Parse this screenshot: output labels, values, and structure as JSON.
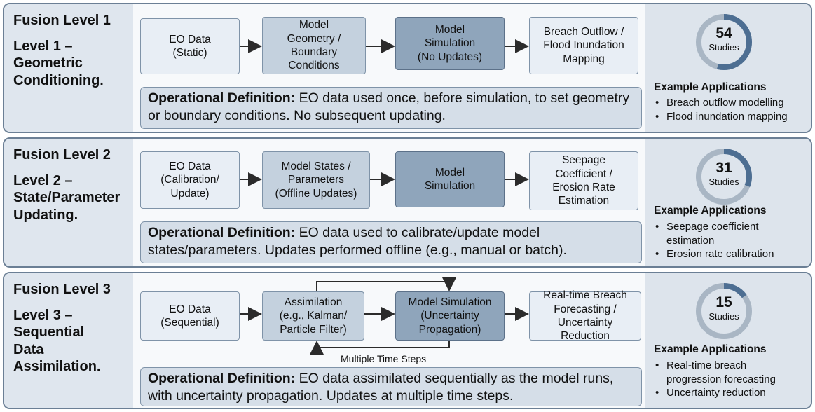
{
  "levels": [
    {
      "fusion_title": "Fusion Level 1",
      "level_title": [
        "Level 1 –",
        "Geometric",
        "Conditioning."
      ],
      "boxes": [
        [
          "EO Data",
          "(Static)"
        ],
        [
          "Model",
          "Geometry /",
          "Boundary",
          "Conditions"
        ],
        [
          "Model",
          "Simulation",
          "(No Updates)"
        ],
        [
          "Breach Outflow /",
          "Flood Inundation",
          "Mapping"
        ]
      ],
      "definition_label": "Operational Definition:",
      "definition_text": " EO data used once, before simulation, to set geometry or boundary conditions. No subsequent updating.",
      "studies_count": "54",
      "studies_label": "Studies",
      "studies_fraction": 0.54,
      "apps_heading": "Example Applications",
      "apps": [
        "Breach outflow modelling",
        "Flood inundation mapping"
      ]
    },
    {
      "fusion_title": "Fusion Level 2",
      "level_title": [
        "Level 2 –",
        "State/Parameter",
        "Updating."
      ],
      "boxes": [
        [
          "EO Data",
          "(Calibration/",
          "Update)"
        ],
        [
          "Model States /",
          "Parameters",
          "(Offline Updates)"
        ],
        [
          "Model",
          "Simulation"
        ],
        [
          "Seepage",
          "Coefficient /",
          "Erosion Rate",
          "Estimation"
        ]
      ],
      "definition_label": "Operational Definition:",
      "definition_text": " EO data used to calibrate/update model states/parameters. Updates performed offline (e.g., manual or batch).",
      "studies_count": "31",
      "studies_label": "Studies",
      "studies_fraction": 0.31,
      "apps_heading": "Example Applications",
      "apps": [
        "Seepage coefficient estimation",
        "Erosion rate calibration"
      ]
    },
    {
      "fusion_title": "Fusion Level 3",
      "level_title": [
        "Level 3 –",
        "Sequential",
        "Data",
        "Assimilation."
      ],
      "boxes": [
        [
          "EO Data",
          "(Sequential)"
        ],
        [
          "Assimilation",
          "(e.g., Kalman/",
          "Particle Filter)"
        ],
        [
          "Model Simulation",
          "(Uncertainty",
          "Propagation)"
        ],
        [
          "Real-time Breach",
          "Forecasting /",
          "Uncertainty Reduction"
        ]
      ],
      "loop_label": "Multiple Time Steps",
      "definition_label": "Operational Definition:",
      "definition_text": " EO data assimilated sequentially as the model runs, with uncertainty propagation. Updates at multiple time steps.",
      "studies_count": "15",
      "studies_label": "Studies",
      "studies_fraction": 0.15,
      "apps_heading": "Example Applications",
      "apps": [
        "Real-time breach progression forecasting",
        "Uncertainty reduction"
      ]
    }
  ],
  "colors": {
    "donut_track": "#a9b6c4",
    "donut_fill": "#4d6e92",
    "arrow": "#2b2b2b"
  }
}
